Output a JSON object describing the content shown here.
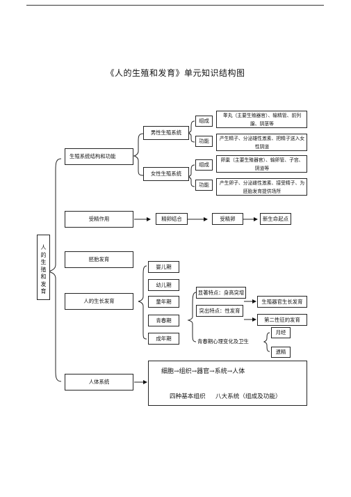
{
  "title": "《人的生殖和发育》单元知识结构图",
  "root": {
    "chars": [
      "人",
      "的",
      "生",
      "殖",
      "和",
      "发",
      "育"
    ]
  },
  "branches": {
    "reproductive_system": "生殖系统结构和功能",
    "fertilization": "受精作用",
    "embryo": "胚胎发育",
    "growth": "人的生长发育",
    "body_system": "人体系统"
  },
  "male": {
    "label": "男性生殖系统",
    "composition_tag": "组成",
    "composition_text": "睾丸（主要生殖器官）、输精管、前列腺、阴茎等",
    "function_tag": "功能",
    "function_text": "产生精子、分泌雄性激素、把精子送入女性阴道"
  },
  "female": {
    "label": "女性生殖系统",
    "composition_tag": "组成",
    "composition_text": "卵巢（主要生殖器官）、输卵管、子宫、阴道等",
    "function_tag": "功能",
    "function_text": "产生卵子、分泌雌性激素、接受精子、为胚胎发育提供场所"
  },
  "fertilization_chain": [
    "精卵结合",
    "受精卵",
    "新生命起点"
  ],
  "stages": [
    "婴儿期",
    "幼儿期",
    "童年期",
    "青春期",
    "成年期"
  ],
  "puberty": {
    "feature1": "显著特点：身高突增",
    "feature2": "突出特点：性发育",
    "result1": "生殖器官生长发育",
    "result2": "第二性征的发育",
    "hygiene": "青春期心理变化及卫生",
    "sub1": "月经",
    "sub2": "遗精"
  },
  "body": {
    "chain": [
      "细胞",
      "组织",
      "器官",
      "系统",
      "人体"
    ],
    "bottom_left": "四种基本组织",
    "bottom_right": "八大系统（组成及功能）"
  }
}
